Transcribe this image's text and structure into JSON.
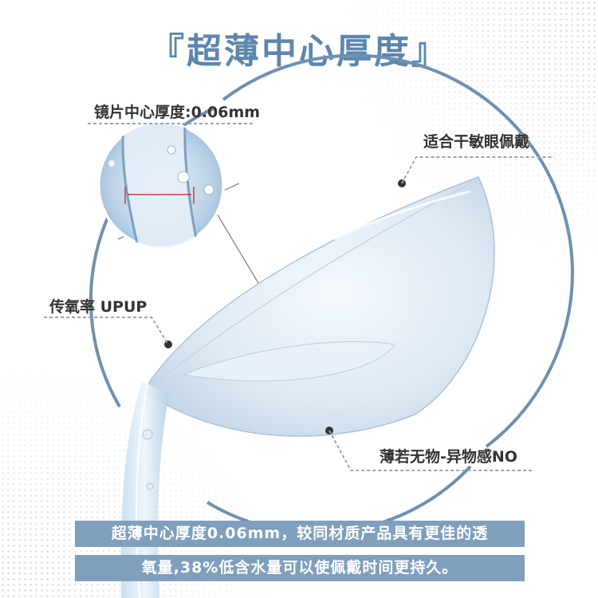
{
  "title": "『超薄中心厚度』",
  "labels": {
    "center_thickness": "镜片中心厚度:0.06mm",
    "dry_eye": "适合干敏眼佩戴",
    "oxygen": "传氧率 UPUP",
    "no_foreign_body": "薄若无物-异物感NO"
  },
  "description": {
    "line1": "超薄中心厚度0.06mm，较同材质产品具有更佳的透",
    "line2": "氧量,38%低含水量可以使佩戴时间更持久。"
  },
  "colors": {
    "title": "#5d86ad",
    "accent": "#6f90b0",
    "band": "#7f9fbd",
    "lens": "#dbe9f5"
  },
  "icons": [
    "contact-lens-illustration",
    "magnifier-callout",
    "water-stream"
  ]
}
